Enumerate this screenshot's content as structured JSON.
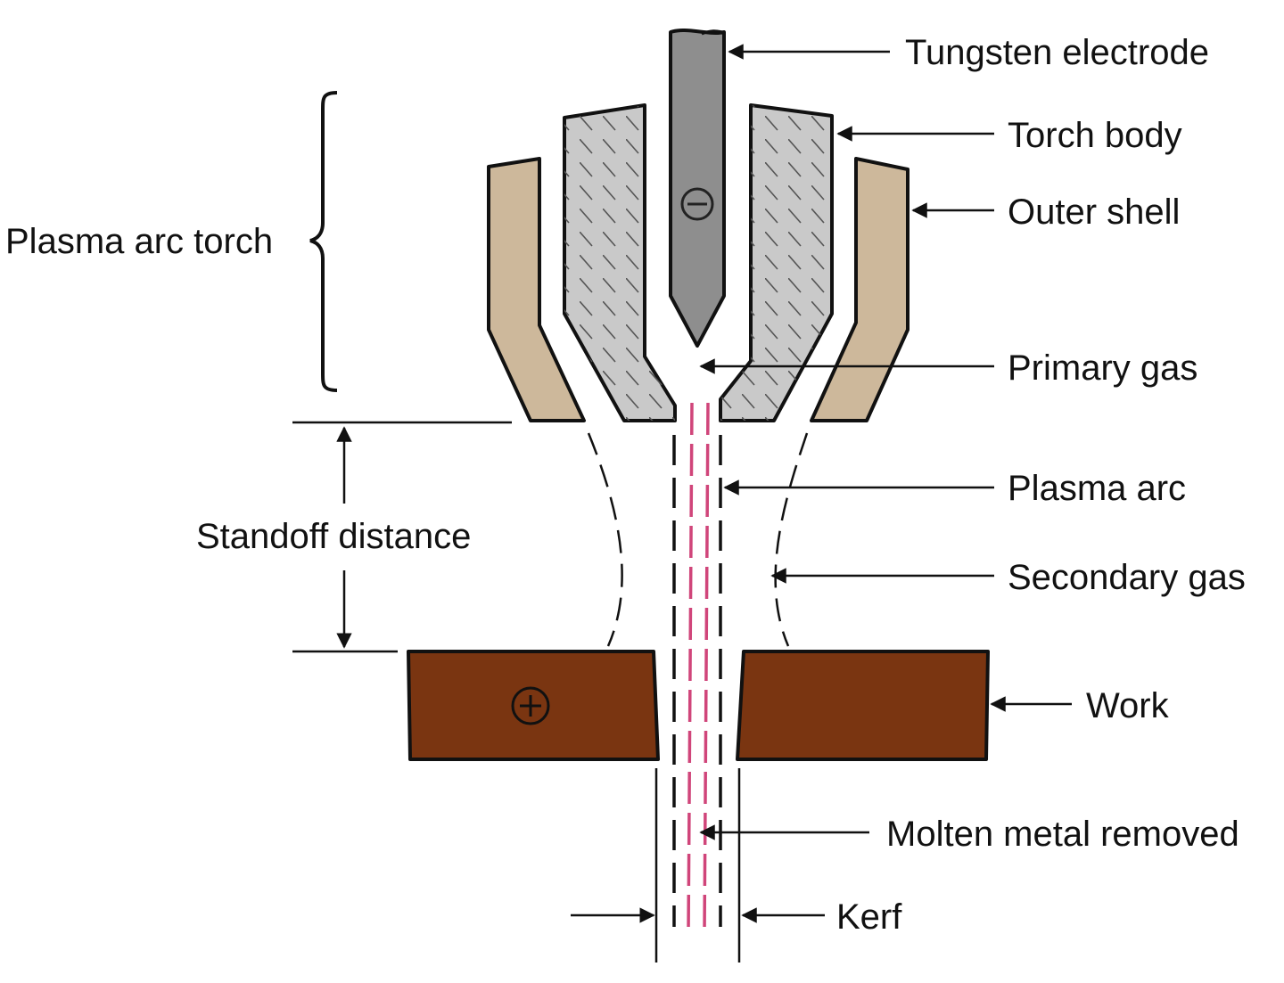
{
  "labels": {
    "tungsten_electrode": "Tungsten electrode",
    "torch_body": "Torch body",
    "outer_shell": "Outer shell",
    "plasma_arc_torch": "Plasma arc torch",
    "primary_gas": "Primary gas",
    "plasma_arc": "Plasma arc",
    "standoff_distance": "Standoff distance",
    "secondary_gas": "Secondary gas",
    "work": "Work",
    "molten_metal_removed": "Molten metal removed",
    "kerf": "Kerf"
  },
  "symbols": {
    "electrode_polarity": "−",
    "work_polarity": "+"
  },
  "colors": {
    "outer_shell": "#cdb89b",
    "torch_body": "#c9c9c9",
    "electrode": "#8e8e8e",
    "work": "#7a3511",
    "molten_metal": "#d0457a",
    "outline": "#111111"
  }
}
